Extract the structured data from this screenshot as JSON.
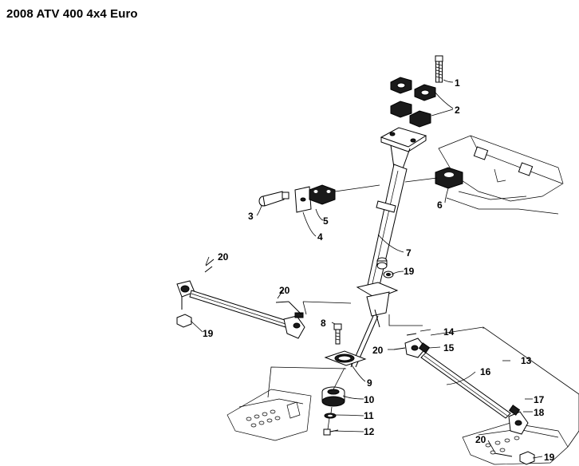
{
  "title": "2008 ATV 400 4x4 Euro",
  "callouts": {
    "c1": "1",
    "c2": "2",
    "c3": "3",
    "c4": "4",
    "c5": "5",
    "c6": "6",
    "c7": "7",
    "c8": "8",
    "c9": "9",
    "c10": "10",
    "c11": "11",
    "c12": "12",
    "c13": "13",
    "c14": "14",
    "c15": "15",
    "c16": "16",
    "c17": "17",
    "c18": "18",
    "c19a": "19",
    "c19b": "19",
    "c19c": "19",
    "c20a": "20",
    "c20b": "20",
    "c20c": "20",
    "c20d": "20"
  }
}
